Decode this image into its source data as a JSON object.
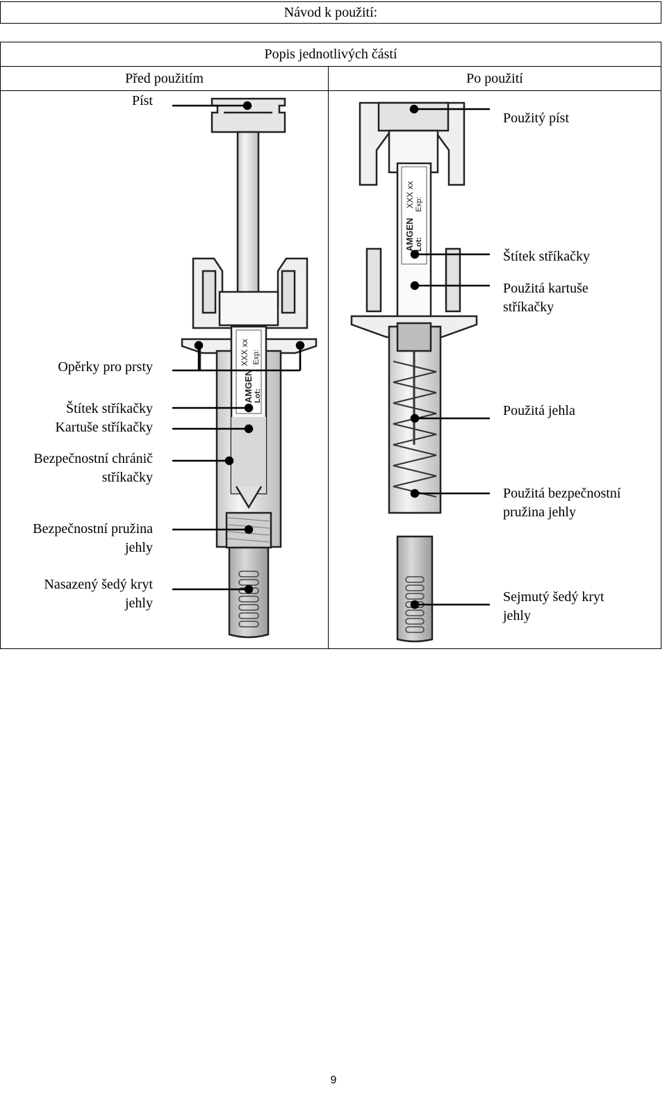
{
  "page": {
    "title": "Návod k použití:",
    "section_header": "Popis jednotlivých částí",
    "col_before": "Před použitím",
    "col_after": "Po použití",
    "page_number": "9"
  },
  "labels_before": {
    "plunger": "Píst",
    "finger_grips": "Opěrky pro prsty",
    "label": "Štítek stříkačky",
    "barrel": "Kartuše stříkačky",
    "guard_line1": "Bezpečnostní chránič",
    "guard_line2": "stříkačky",
    "spring_line1": "Bezpečnostní pružina",
    "spring_line2": "jehly",
    "cap_line1": "Nasazený šedý kryt",
    "cap_line2": "jehly"
  },
  "labels_after": {
    "plunger": "Použitý píst",
    "label": "Štítek stříkačky",
    "barrel_line1": "Použitá kartuše",
    "barrel_line2": "stříkačky",
    "needle": "Použitá jehla",
    "spring_line1": "Použitá bezpečnostní",
    "spring_line2": "pružina jehly",
    "cap_line1": "Sejmutý šedý kryt",
    "cap_line2": "jehly"
  },
  "syringe_print": {
    "brand": "AMGEN",
    "code": "XXX xx",
    "lot": "Lot:",
    "exp": "Exp:"
  }
}
